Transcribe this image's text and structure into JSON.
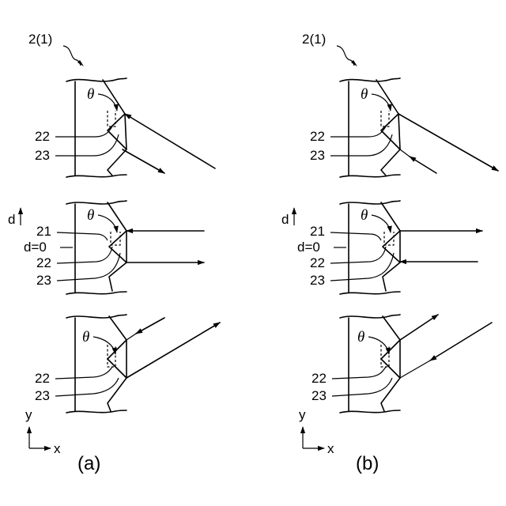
{
  "panels": [
    {
      "id": "a",
      "caption": "(a)",
      "reference": "2(1)",
      "axis_y": "y",
      "axis_x": "x",
      "rows": [
        {
          "theta": "θ",
          "labels": [
            "22",
            "23"
          ]
        },
        {
          "theta": "θ",
          "d_label": "d",
          "labels": [
            "21",
            "d=0",
            "22",
            "23"
          ]
        },
        {
          "theta": "θ",
          "labels": [
            "22",
            "23"
          ]
        }
      ]
    },
    {
      "id": "b",
      "caption": "(b)",
      "reference": "2(1)",
      "axis_y": "y",
      "axis_x": "x",
      "rows": [
        {
          "theta": "θ",
          "labels": [
            "22",
            "23"
          ]
        },
        {
          "theta": "θ",
          "d_label": "d",
          "labels": [
            "21",
            "d=0",
            "22",
            "23"
          ]
        },
        {
          "theta": "θ",
          "labels": [
            "22",
            "23"
          ]
        }
      ]
    }
  ]
}
